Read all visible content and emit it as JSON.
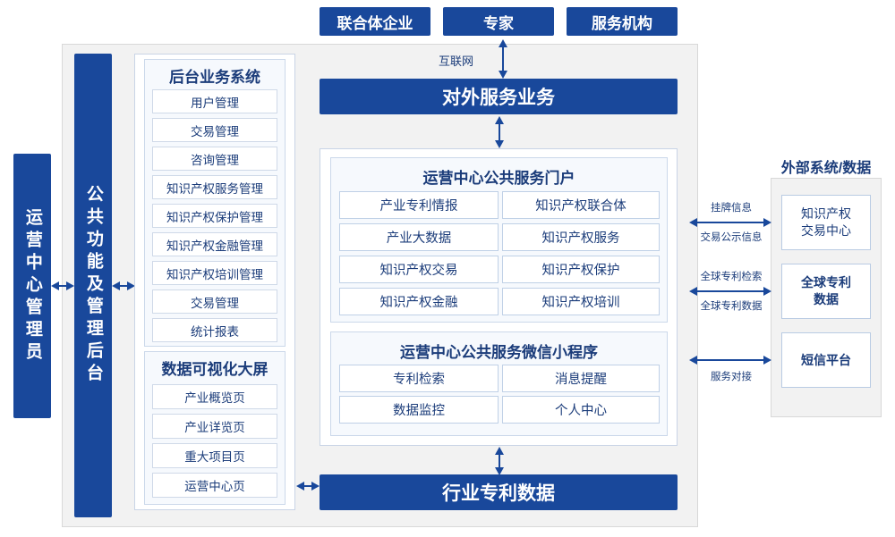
{
  "top_buttons": [
    {
      "label": "联合体企业"
    },
    {
      "label": "专家"
    },
    {
      "label": "服务机构"
    }
  ],
  "internet_label": "互联网",
  "external_service_bar": "对外服务业务",
  "industry_patent_bar": "行业专利数据",
  "left_bars": [
    {
      "label": "运营中心管理员"
    },
    {
      "label": "公共功能及管理后台"
    }
  ],
  "backend_panel": {
    "title": "后台业务系统",
    "items": [
      "用户管理",
      "交易管理",
      "咨询管理",
      "知识产权服务管理",
      "知识产权保护管理",
      "知识产权金融管理",
      "知识产权培训管理",
      "交易管理",
      "统计报表"
    ]
  },
  "visual_panel": {
    "title": "数据可视化大屏",
    "items": [
      "产业概览页",
      "产业详览页",
      "重大项目页",
      "运营中心页"
    ]
  },
  "portal_panel": {
    "title": "运营中心公共服务门户",
    "items": [
      "产业专利情报",
      "知识产权联合体",
      "产业大数据",
      "知识产权服务",
      "知识产权交易",
      "知识产权保护",
      "知识产权金融",
      "知识产权培训"
    ]
  },
  "miniprogram_panel": {
    "title": "运营中心公共服务微信小程序",
    "items": [
      "专利检索",
      "消息提醒",
      "数据监控",
      "个人中心"
    ]
  },
  "external": {
    "title": "外部系统/数据",
    "items": [
      {
        "label": "知识产权\n交易中心",
        "line1": "知识产权",
        "line2": "交易中心"
      },
      {
        "label": "全球专利数据",
        "line1": "全球专利",
        "line2": "数据"
      },
      {
        "label": "短信平台",
        "line1": "短信平台",
        "line2": ""
      }
    ],
    "link_labels": [
      "挂牌信息",
      "交易公示信息",
      "全球专利检索",
      "全球专利数据",
      "服务对接"
    ]
  },
  "colors": {
    "brand_blue": "#19489b",
    "panel_border": "#c9d4e6",
    "frame_grey": "#f2f2f2"
  }
}
